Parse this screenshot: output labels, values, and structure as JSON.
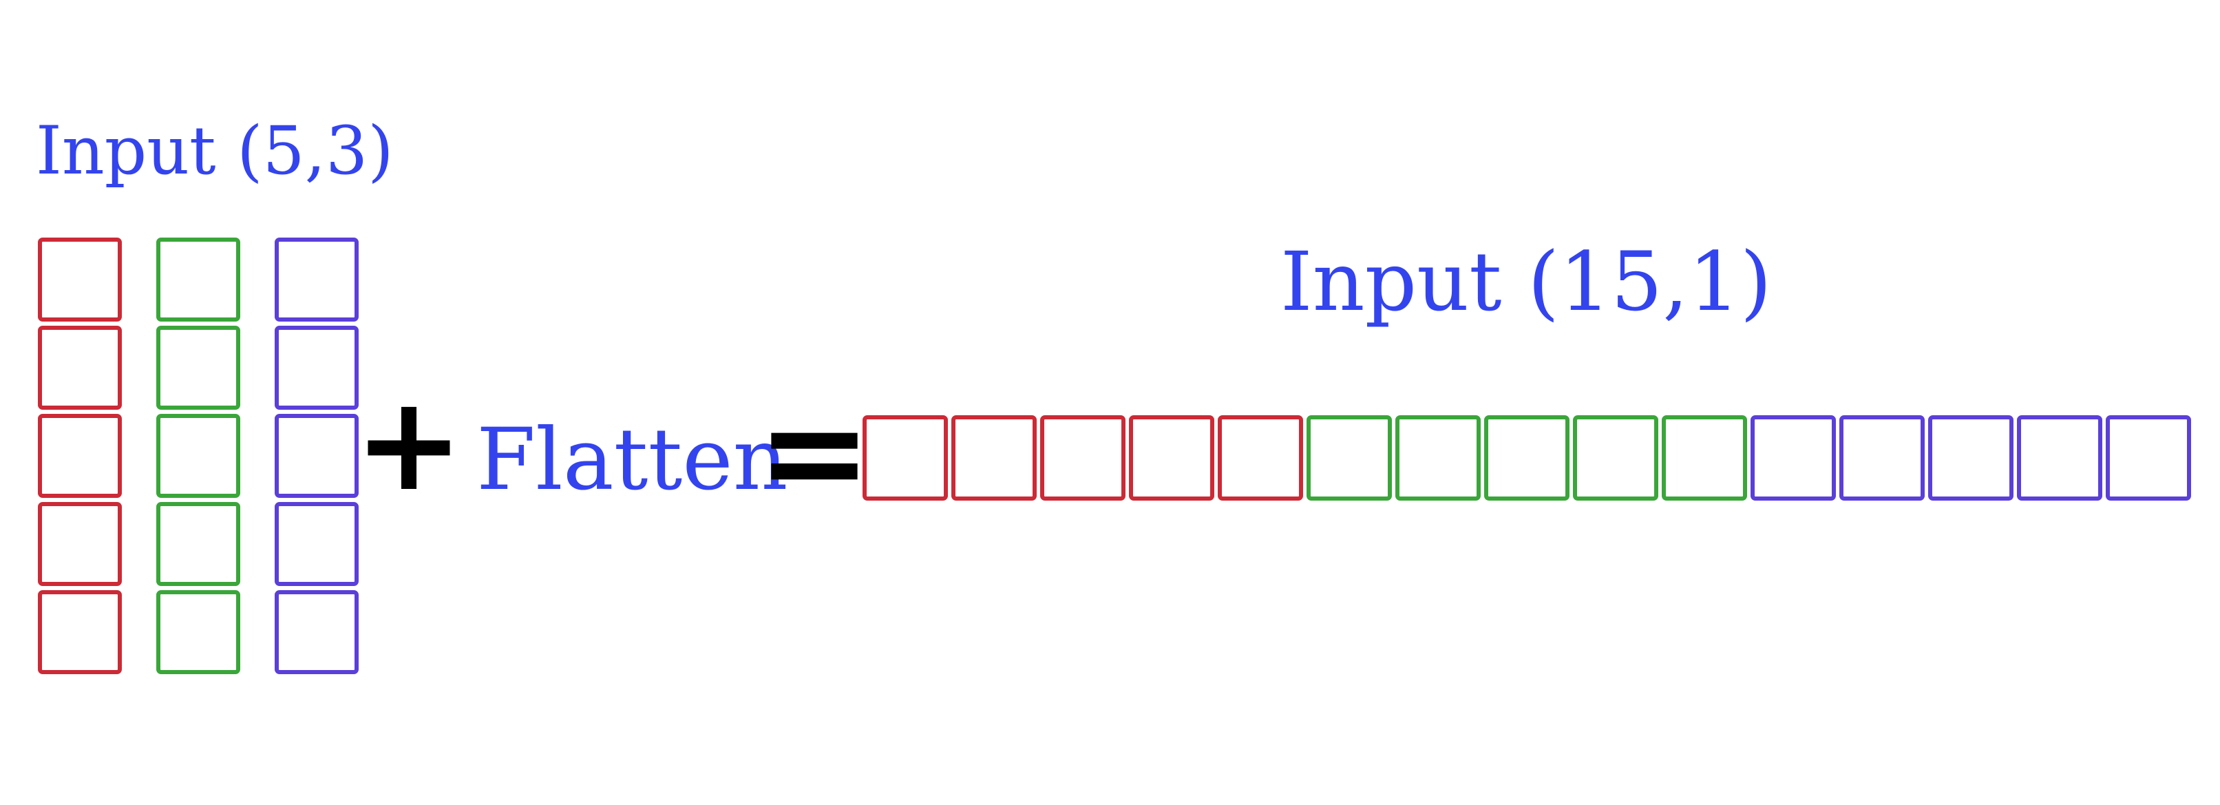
{
  "diagram": {
    "input_label": "Input (5,3)",
    "output_label": "Input (15,1)",
    "plus_symbol": "+",
    "operation_label": "Flatten",
    "equals_symbol": "=",
    "input_shape": {
      "rows": 5,
      "cols": 3
    },
    "output_shape": {
      "length": 15
    },
    "column_colors": [
      "#cc2a36",
      "#3aa63a",
      "#5b3fd9"
    ],
    "label_color": "#3344ee",
    "symbol_color": "#000000"
  }
}
